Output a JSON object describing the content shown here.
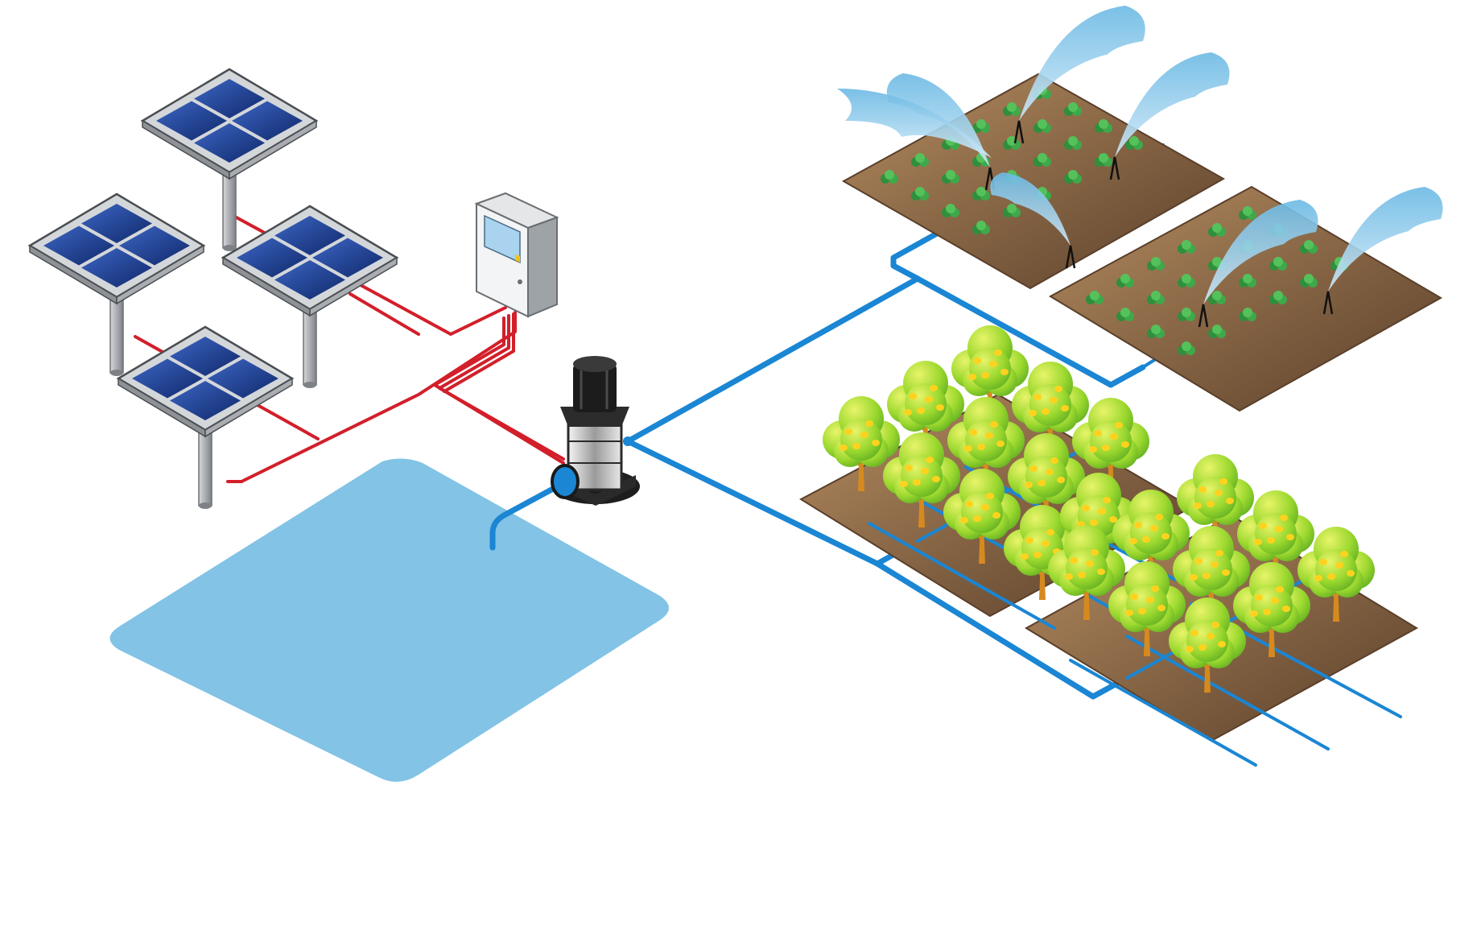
{
  "diagram": {
    "title": "",
    "components": [
      {
        "id": "solar-panel",
        "count": 4,
        "icon": "solar-panel-icon"
      },
      {
        "id": "control-box",
        "count": 1,
        "icon": "control-box-icon"
      },
      {
        "id": "pump",
        "count": 1,
        "icon": "pump-icon"
      },
      {
        "id": "water-reservoir",
        "count": 1,
        "icon": "water-reservoir-icon"
      },
      {
        "id": "sprinkler-field",
        "count": 2,
        "icon": "sprinkler-icon"
      },
      {
        "id": "orchard-drip-field",
        "count": 2,
        "icon": "tree-icon"
      }
    ],
    "links": [
      {
        "from": "solar-panel",
        "to": "control-box",
        "kind": "power"
      },
      {
        "from": "control-box",
        "to": "pump",
        "kind": "power"
      },
      {
        "from": "water-reservoir",
        "to": "pump",
        "kind": "water"
      },
      {
        "from": "pump",
        "to": "sprinkler-field",
        "kind": "water"
      },
      {
        "from": "pump",
        "to": "orchard-drip-field",
        "kind": "water"
      }
    ]
  },
  "colors": {
    "background": "#ffffff",
    "power_wire": "#d21f2a",
    "water_pipe": "#1a86d4",
    "water": "#82c3e6",
    "soil": "#7d5a3c",
    "soil_light": "#b28a5e",
    "panel_cell": "#1b3f8c",
    "panel_frame": "#c9ccd0",
    "pole": "#9da1a6",
    "leaf": "#8fce2a",
    "leaf_light": "#cde74f",
    "fruit": "#ffd21e",
    "trunk": "#d68a1e",
    "crop": "#3ea84a",
    "pump_body": "#222222",
    "spray": "#bfe3f5"
  }
}
